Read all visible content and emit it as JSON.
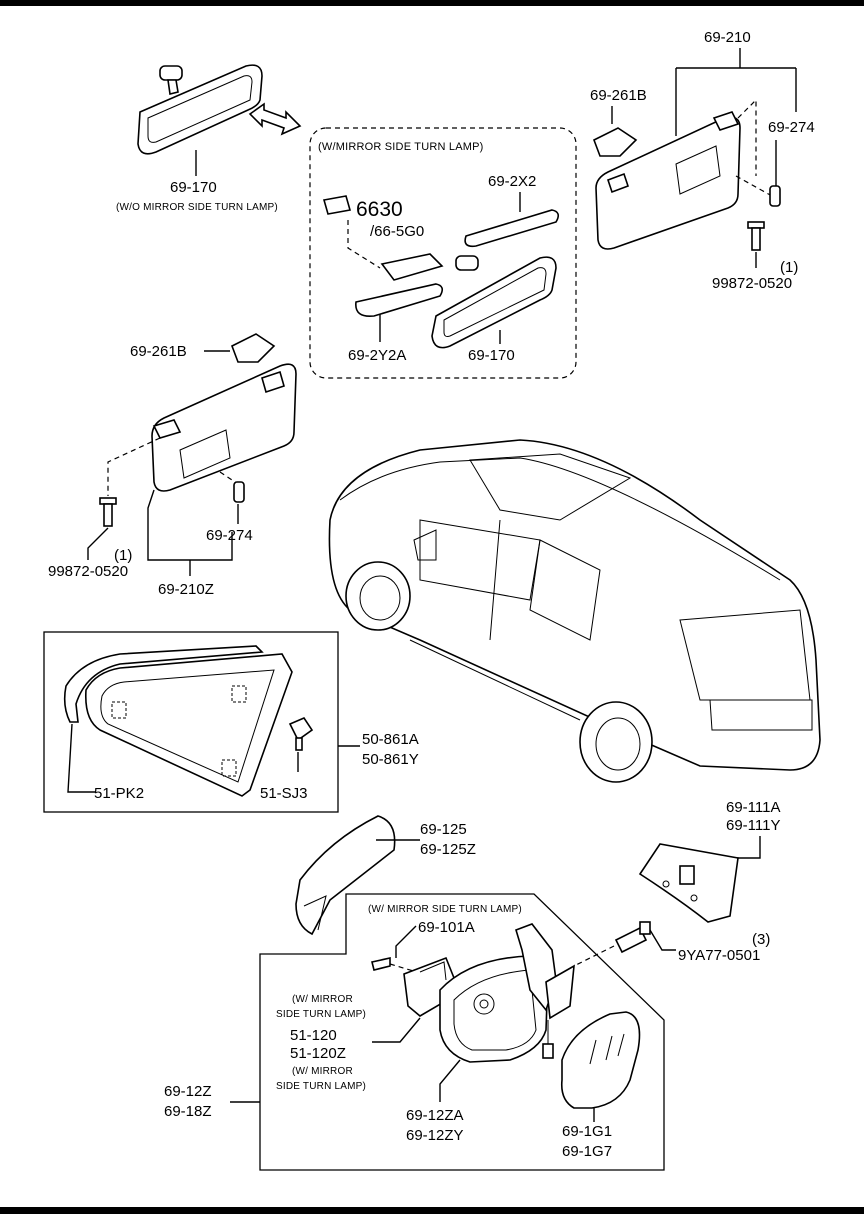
{
  "labels": {
    "l_69_210": "69-210",
    "l_69_261B_top": "69-261B",
    "l_69_274_top": "69-274",
    "l_99872_top": "99872-0520",
    "l_qty1_top": "(1)",
    "l_69_170_top": "69-170",
    "l_wo_mirror_lamp": "(W/O MIRROR SIDE TURN LAMP)",
    "l_w_mirror_lamp_box": "(W/MIRROR SIDE TURN LAMP)",
    "l_6630": "6630",
    "l_66_5G0": "/66-5G0",
    "l_69_2X2": "69-2X2",
    "l_69_2Y2A": "69-2Y2A",
    "l_69_170_inset": "69-170",
    "l_69_261B_left": "69-261B",
    "l_69_274_left": "69-274",
    "l_99872_left": "99872-0520",
    "l_qty1_left": "(1)",
    "l_69_210Z": "69-210Z",
    "l_50_861A": "50-861A",
    "l_50_861Y": "50-861Y",
    "l_51_PK2": "51-PK2",
    "l_51_SJ3": "51-SJ3",
    "l_69_125": "69-125",
    "l_69_125Z": "69-125Z",
    "l_69_111A": "69-111A",
    "l_69_111Y": "69-111Y",
    "l_qty3": "(3)",
    "l_9YA77": "9YA77-0501",
    "l_w_mirror_lamp_bottom": "(W/ MIRROR SIDE TURN LAMP)",
    "l_69_101A": "69-101A",
    "l_w_mirror_1": "(W/ MIRROR",
    "l_side_lamp_1": "SIDE TURN LAMP)",
    "l_51_120": "51-120",
    "l_51_120Z": "51-120Z",
    "l_w_mirror_2": "(W/ MIRROR",
    "l_side_lamp_2": "SIDE TURN LAMP)",
    "l_69_12Z": "69-12Z",
    "l_69_18Z": "69-18Z",
    "l_69_12ZA": "69-12ZA",
    "l_69_12ZY": "69-12ZY",
    "l_69_1G1": "69-1G1",
    "l_69_1G7": "69-1G7"
  },
  "icons": {
    "rear_view_mirror": "rear-view-mirror",
    "sun_visor": "sun-visor",
    "vehicle": "minivan-vehicle",
    "quarter_window": "quarter-window-glass",
    "door_mirror": "door-mirror-assembly"
  },
  "colors": {
    "line": "#000000",
    "background": "#ffffff"
  }
}
